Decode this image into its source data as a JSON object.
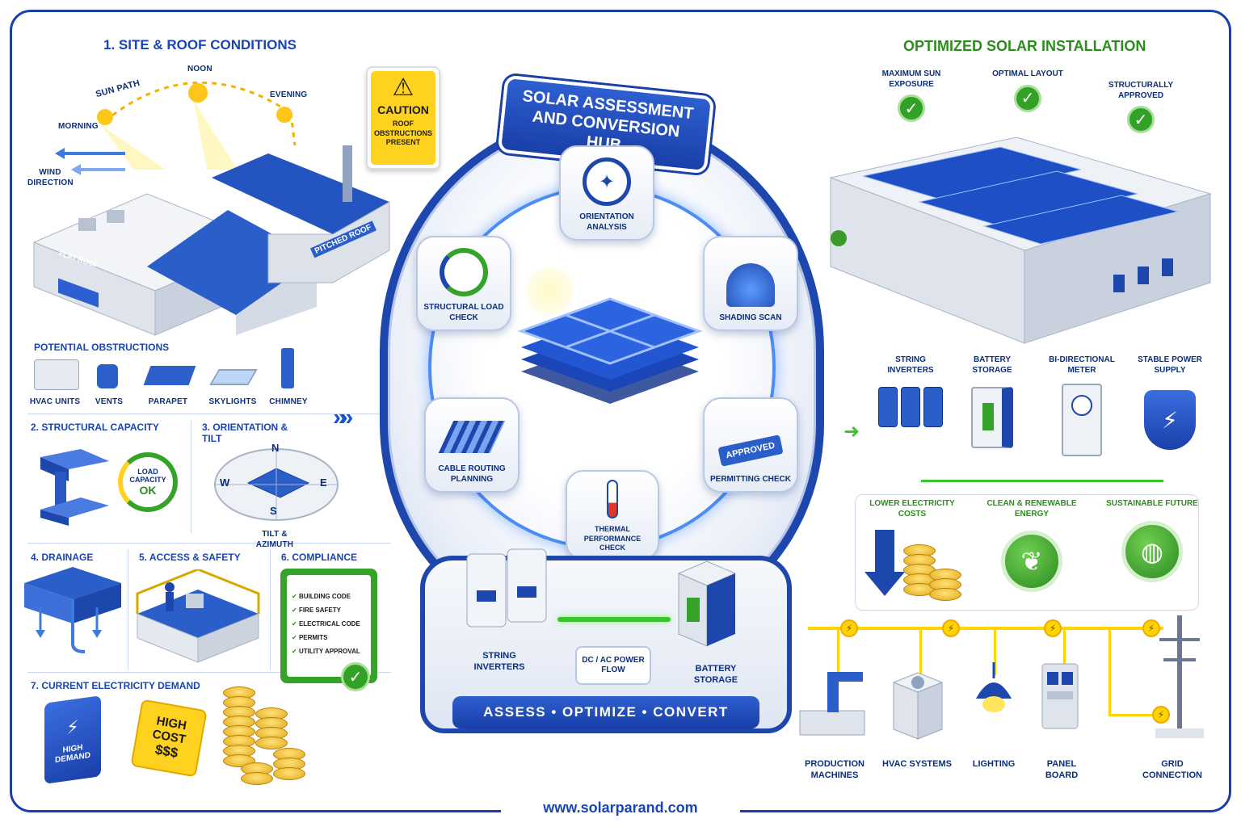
{
  "left": {
    "site_title": "1. SITE & ROOF CONDITIONS",
    "sun_path": "SUN PATH",
    "morning": "MORNING",
    "noon": "NOON",
    "evening": "EVENING",
    "wind": "WIND DIRECTION",
    "flat_roof": "FLAT ROOF",
    "pitched_roof": "PITCHED ROOF",
    "caution_title": "CAUTION",
    "caution_text": "ROOF OBSTRUCTIONS PRESENT",
    "obstructions_title": "POTENTIAL OBSTRUCTIONS",
    "obstructions": [
      "HVAC UNITS",
      "VENTS",
      "PARAPET",
      "SKYLIGHTS",
      "CHIMNEY"
    ],
    "structural_title": "2. STRUCTURAL CAPACITY",
    "load_capacity": "LOAD CAPACITY",
    "ok": "OK",
    "orientation_title": "3. ORIENTATION & TILT",
    "compass": {
      "n": "N",
      "s": "S",
      "e": "E",
      "w": "W"
    },
    "tilt_azimuth": "TILT & AZIMUTH",
    "drainage_title": "4. DRAINAGE",
    "access_title": "5. ACCESS & SAFETY",
    "compliance_title": "6. COMPLIANCE",
    "compliance_items": [
      "BUILDING CODE",
      "FIRE SAFETY",
      "ELECTRICAL CODE",
      "PERMITS",
      "UTILITY APPROVAL"
    ],
    "demand_title": "7. CURRENT ELECTRICITY DEMAND",
    "high_demand": "HIGH DEMAND",
    "high_cost": "HIGH COST",
    "cost_symbols": "$$$"
  },
  "hub": {
    "title": "SOLAR ASSESSMENT AND CONVERSION HUB",
    "nodes": {
      "orientation": "ORIENTATION ANALYSIS",
      "structural": "STRUCTURAL LOAD CHECK",
      "shading": "SHADING SCAN",
      "cable": "CABLE ROUTING PLANNING",
      "permitting": "PERMITTING CHECK",
      "thermal": "THERMAL PERFORMANCE CHECK",
      "approved": "APPROVED"
    },
    "inverters": "STRING INVERTERS",
    "power_flow": "DC / AC POWER FLOW",
    "battery": "BATTERY STORAGE",
    "tagline": "ASSESS • OPTIMIZE • CONVERT"
  },
  "right": {
    "title": "OPTIMIZED SOLAR INSTALLATION",
    "checks": [
      "MAXIMUM SUN EXPOSURE",
      "OPTIMAL LAYOUT",
      "STRUCTURALLY APPROVED"
    ],
    "equipment": [
      "STRING INVERTERS",
      "BATTERY STORAGE",
      "BI-DIRECTIONAL METER",
      "STABLE POWER SUPPLY"
    ],
    "benefits": [
      "LOWER ELECTRICITY COSTS",
      "CLEAN & RENEWABLE ENERGY",
      "SUSTAINABLE FUTURE"
    ],
    "loads": [
      "PRODUCTION MACHINES",
      "HVAC SYSTEMS",
      "LIGHTING",
      "PANEL BOARD",
      "GRID CONNECTION"
    ]
  },
  "footer": {
    "url": "www.solarparand.com"
  },
  "colors": {
    "brand_blue": "#1a3fa8",
    "green": "#33a128",
    "yellow": "#ffd400"
  }
}
